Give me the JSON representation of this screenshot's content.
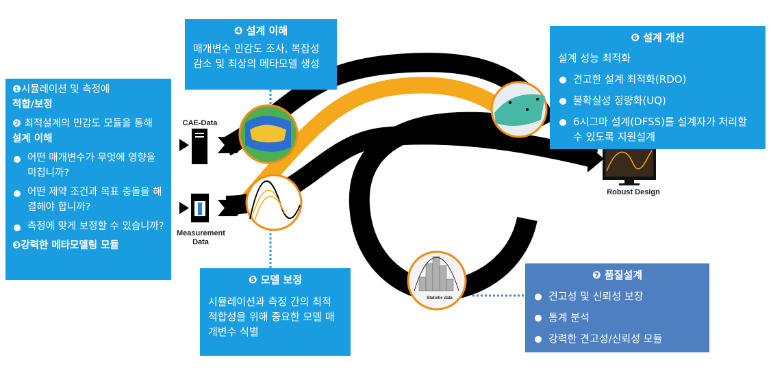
{
  "left_panel": {
    "step1_text": "❶시뮬레이션 및 측정에",
    "step1_bold": "적합/보정",
    "step2_text": "❷ 최적설계의 민감도 모듈을 통해",
    "step2_bold": "설계 이해",
    "bullets": [
      "어떤 매개변수가 무엇에 영향을 미칩니까?",
      "어떤 제약 조건과 목표 충돌을 해결해야 합니까?",
      "측정에 맞게 보정할 수 있습니까?"
    ],
    "step3": "❸강력한 메타모델링 모듈"
  },
  "box4": {
    "title": "❹ 설계 이해",
    "body": "매개변수 민감도 조사, 복잡성 감소 및 최상의 메타모델 생성"
  },
  "box6": {
    "title": "❻ 설계 개선",
    "subtitle": "설계 성능 최적화",
    "bullets": [
      "견고한 설계 최적화(RDO)",
      "불확실성 정량화(UQ)",
      "6시그마 설계(DFSS)를 설계자가 처리할 수 있도록 지원설계"
    ]
  },
  "box5": {
    "title": "❺ 모델 보정",
    "body": "시뮬레이션과 측정 간의 최적 적합성을 위해 중요한 모델 매개변수 식별"
  },
  "box7": {
    "title": "❼ 품질설계",
    "bullets": [
      "견고성 및 신뢰성 보장",
      "통계 분석",
      "강력한 견고성/신뢰성 모듈"
    ]
  },
  "labels": {
    "cae": "CAE-Data",
    "measurement": "Measurement Data",
    "robust": "Robust Design",
    "statistic": "Statistic data"
  },
  "colors": {
    "box": "#1a9de0",
    "box7": "#4d7fc1",
    "track_black": "#000000",
    "track_orange": "#f6a81c",
    "circle_border": "#f08c1a"
  }
}
